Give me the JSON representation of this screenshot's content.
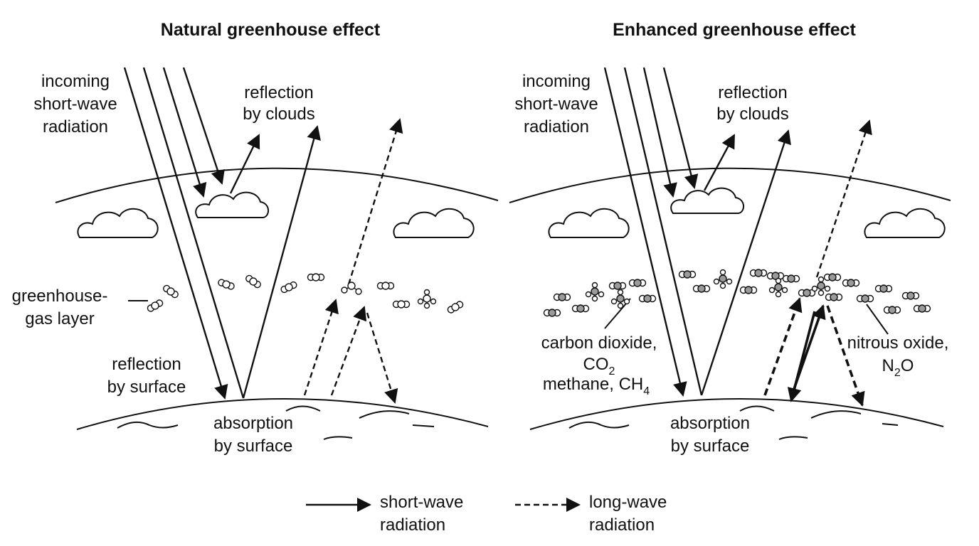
{
  "panels": {
    "natural": {
      "title": "Natural greenhouse effect",
      "incoming": [
        "incoming",
        "short-wave",
        "radiation"
      ],
      "reflection_clouds": [
        "reflection",
        "by clouds"
      ],
      "gas_layer": [
        "greenhouse-",
        "gas layer"
      ],
      "reflection_surface": [
        "reflection",
        "by surface"
      ],
      "absorption": [
        "absorption",
        "by surface"
      ]
    },
    "enhanced": {
      "title": "Enhanced greenhouse effect",
      "incoming": [
        "incoming",
        "short-wave",
        "radiation"
      ],
      "reflection_clouds": [
        "reflection",
        "by clouds"
      ],
      "gases_left": {
        "line1": "carbon dioxide,",
        "co2_base": "CO",
        "co2_sub": "2",
        "methane_base": "methane, CH",
        "methane_sub": "4"
      },
      "gases_right": {
        "line1": "nitrous oxide,",
        "n2o_a": "N",
        "n2o_sub": "2",
        "n2o_b": "O"
      },
      "absorption": [
        "absorption",
        "by surface"
      ]
    }
  },
  "legend": {
    "short_wave": [
      "short-wave",
      "radiation"
    ],
    "long_wave": [
      "long-wave",
      "radiation"
    ]
  },
  "colors": {
    "ink": "#111111",
    "molecule_fill": "#9a9a9a",
    "background": "#ffffff"
  }
}
